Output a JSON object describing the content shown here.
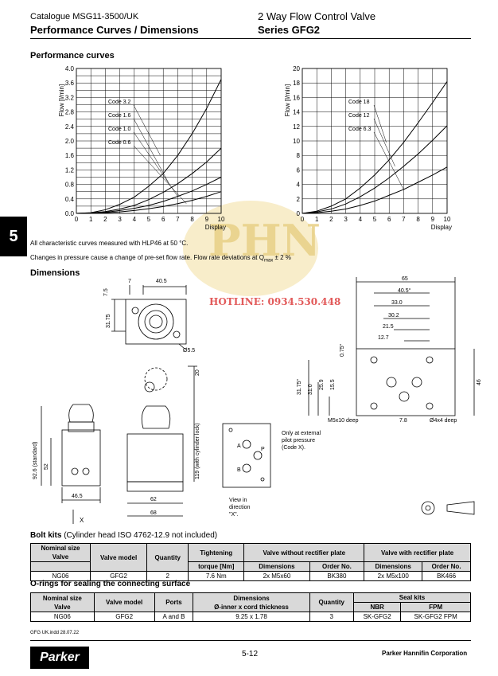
{
  "header": {
    "catalogue": "Catalogue MSG11-3500/UK",
    "title_left": "Performance Curves / Dimensions",
    "title_right_top": "2 Way Flow Control Valve",
    "title_right": "Series GFG2"
  },
  "side_tab": "5",
  "performance": {
    "heading": "Performance curves",
    "note1": "All characteristic curves measured with HLP46 at 50 °C.",
    "note2_a": "Changes in pressure cause a change of pre-set flow rate. Flow rate deviations at Q",
    "note2_sub": "max",
    "note2_b": "± 2 %"
  },
  "chart_data": [
    {
      "type": "line",
      "ylabel": "Flow [l/min]",
      "xlabel": "Display",
      "x_ticks": [
        "0",
        "1",
        "2",
        "3",
        "4",
        "5",
        "6",
        "7",
        "8",
        "9",
        "10"
      ],
      "y_ticks": [
        "0.0",
        "0.2",
        "0.4",
        "0.6",
        "0.8",
        "1.0",
        "1.2",
        "1.4",
        "1.6",
        "1.8",
        "2.0",
        "2.2",
        "2.4",
        "2.6",
        "2.8",
        "3.0",
        "3.2",
        "3.4",
        "3.6",
        "3.8",
        "4.0"
      ],
      "xlim": [
        0,
        10
      ],
      "ylim": [
        0,
        4.0
      ],
      "grid": true,
      "series": [
        {
          "name": "Code 3.2",
          "x": [
            0,
            1,
            2,
            3,
            4,
            5,
            6,
            7,
            8,
            9,
            10
          ],
          "y": [
            0,
            0.02,
            0.1,
            0.25,
            0.45,
            0.75,
            1.1,
            1.6,
            2.2,
            2.9,
            3.7
          ]
        },
        {
          "name": "Code 1.6",
          "x": [
            0,
            1,
            2,
            3,
            4,
            5,
            6,
            7,
            8,
            9,
            10
          ],
          "y": [
            0,
            0.01,
            0.05,
            0.12,
            0.22,
            0.38,
            0.58,
            0.82,
            1.1,
            1.42,
            1.8
          ]
        },
        {
          "name": "Code 1.0",
          "x": [
            0,
            1,
            2,
            3,
            4,
            5,
            6,
            7,
            8,
            9,
            10
          ],
          "y": [
            0,
            0.01,
            0.03,
            0.08,
            0.14,
            0.22,
            0.33,
            0.47,
            0.62,
            0.8,
            1.0
          ]
        },
        {
          "name": "Code 0.6",
          "x": [
            0,
            1,
            2,
            3,
            4,
            5,
            6,
            7,
            8,
            9,
            10
          ],
          "y": [
            0,
            0.005,
            0.02,
            0.04,
            0.08,
            0.13,
            0.19,
            0.27,
            0.36,
            0.47,
            0.6
          ]
        }
      ]
    },
    {
      "type": "line",
      "ylabel": "Flow [l/min]",
      "xlabel": "Display",
      "x_ticks": [
        "0",
        "1",
        "2",
        "3",
        "4",
        "5",
        "6",
        "7",
        "8",
        "9",
        "10"
      ],
      "y_ticks": [
        "0",
        "2",
        "4",
        "6",
        "8",
        "10",
        "12",
        "14",
        "16",
        "18",
        "20"
      ],
      "xlim": [
        0,
        10
      ],
      "ylim": [
        0,
        20
      ],
      "grid": true,
      "series": [
        {
          "name": "Code 18",
          "x": [
            0,
            1,
            2,
            3,
            4,
            5,
            6,
            7,
            8,
            9,
            10
          ],
          "y": [
            0,
            0.3,
            1.0,
            2.0,
            3.5,
            5.3,
            7.4,
            9.8,
            12.5,
            15.3,
            18.2
          ]
        },
        {
          "name": "Code 12",
          "x": [
            0,
            1,
            2,
            3,
            4,
            5,
            6,
            7,
            8,
            9,
            10
          ],
          "y": [
            0,
            0.2,
            0.6,
            1.3,
            2.3,
            3.5,
            4.9,
            6.5,
            8.2,
            10.1,
            12.1
          ]
        },
        {
          "name": "Code 6.3",
          "x": [
            0,
            1,
            2,
            3,
            4,
            5,
            6,
            7,
            8,
            9,
            10
          ],
          "y": [
            0,
            0.1,
            0.3,
            0.6,
            1.1,
            1.7,
            2.5,
            3.3,
            4.3,
            5.3,
            6.4
          ]
        }
      ]
    }
  ],
  "watermark": {
    "logo": "PHN",
    "hotline": "HOTLINE: 0934.530.448"
  },
  "dimensions": {
    "heading": "Dimensions",
    "labels": {
      "d7": "7",
      "d40_5": "40.5",
      "d7_5": "7.5",
      "d31_75": "31.75",
      "d5_5": "Ø5.5",
      "d20": "20",
      "d119": "119 (with cylinder lock)",
      "d92_6": "92.6 (standard)",
      "d52": "52",
      "d46_5": "46.5",
      "d62": "62",
      "d68": "68",
      "x_arrow": "X",
      "view_x": [
        "View in",
        "direction",
        "\"X\"."
      ],
      "pilot": [
        "Only at external",
        "pilot pressure",
        "(Code X)."
      ],
      "port_a": "A",
      "port_b": "B",
      "port_p": "P",
      "r65": "65",
      "r40_5": "40.5°",
      "r33": "33.0",
      "r30_2": "30.2",
      "r21_5": "21.5",
      "r12_7": "12.7",
      "r0_75": "0.75°",
      "r15_5": "15.5",
      "r25_9": "25.9",
      "r31_75": "31.75°",
      "r31_0": "31.0",
      "r46": "46",
      "r7_8": "7.8",
      "m5": "M5x10  deep",
      "d4": "Ø4x4  deep"
    }
  },
  "bolt_kits": {
    "heading_bold": "Bolt kits",
    "heading_rest": " (Cylinder head ISO 4762-12.9 not included)",
    "headers": {
      "nominal": "Nominal size",
      "valve": "Valve",
      "model": "Valve model",
      "quantity": "Quantity",
      "torque1": "Tightening",
      "torque2": "torque [Nm]",
      "without": "Valve without rectifier plate",
      "with": "Valve with rectifier plate",
      "dims": "Dimensions",
      "order": "Order No."
    },
    "row": [
      "NG06",
      "GFG2",
      "2",
      "7.6 Nm",
      "2x M5x60",
      "BK380",
      "2x M5x100",
      "BK466"
    ]
  },
  "orings": {
    "heading": "O-rings for sealing the connecting surface",
    "headers": {
      "nominal": "Nominal size",
      "valve": "Valve",
      "model": "Valve model",
      "ports": "Ports",
      "dims1": "Dimensions",
      "dims2": "Ø-inner x cord thickness",
      "quantity": "Quantity",
      "seal": "Seal kits",
      "nbr": "NBR",
      "fpm": "FPM"
    },
    "row": [
      "NG06",
      "GFG2",
      "A and B",
      "9.25 x 1.78",
      "3",
      "SK-GFG2",
      "SK-GFG2 FPM"
    ]
  },
  "footer": {
    "file": "GFG UK.indd 28.07.22",
    "page": "5-12",
    "company": "Parker Hannifin Corporation",
    "brand": "Parker"
  }
}
